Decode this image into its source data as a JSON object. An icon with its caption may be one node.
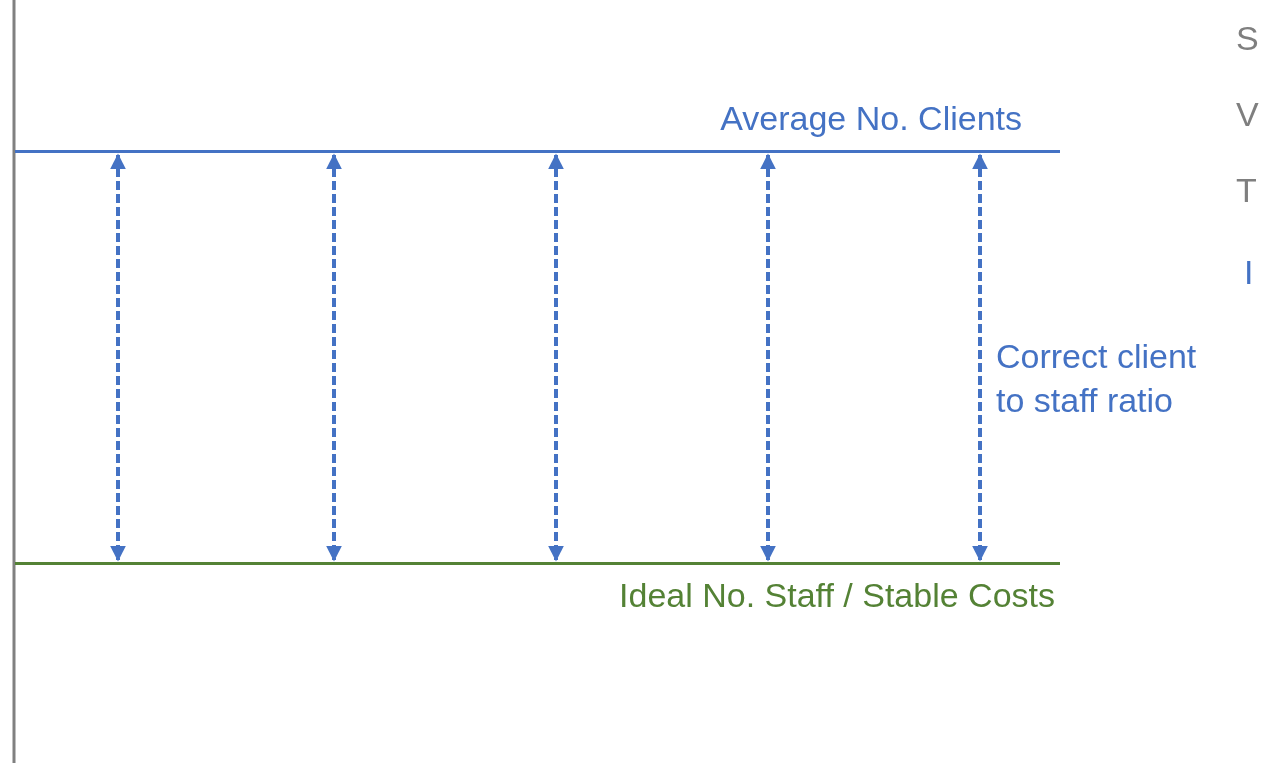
{
  "diagram": {
    "nodes": [
      {
        "text": [
          "Average No. Clients"
        ]
      },
      {
        "text": [
          "Ideal No. Staff / Stable Costs"
        ]
      }
    ],
    "edges": [
      {
        "from": 0,
        "to": 1,
        "arrow": "both",
        "style": "dashed"
      },
      {
        "from": 0,
        "to": 1,
        "arrow": "both",
        "style": "dashed"
      },
      {
        "from": 0,
        "to": 1,
        "arrow": "both",
        "style": "dashed"
      },
      {
        "from": 0,
        "to": 1,
        "arrow": "both",
        "style": "dashed"
      },
      {
        "from": 0,
        "to": 1,
        "arrow": "both",
        "style": "dashed"
      }
    ],
    "labels": [
      "S",
      "V",
      "T",
      "I",
      "Correct client to staff ratio"
    ]
  }
}
